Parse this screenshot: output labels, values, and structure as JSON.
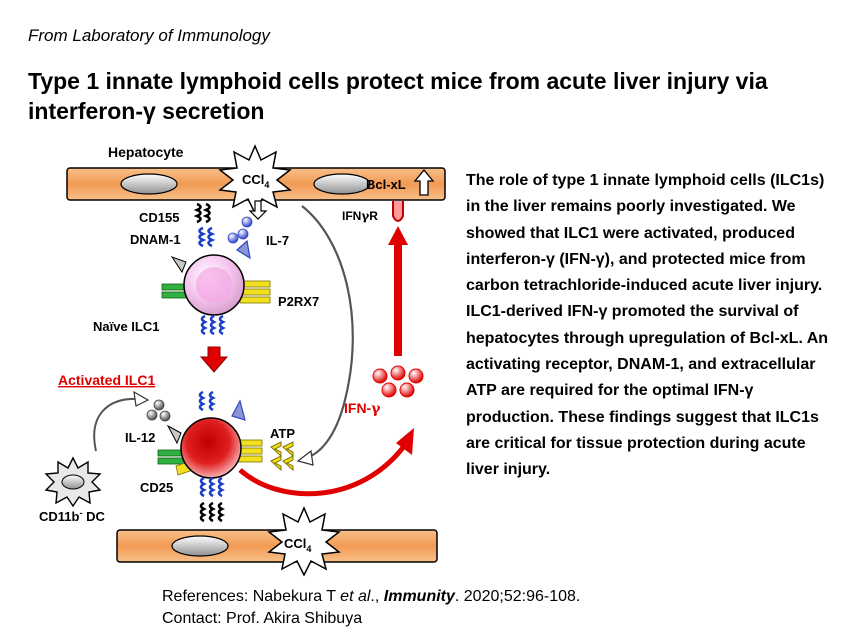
{
  "header": {
    "source": "From Laboratory of Immunology",
    "title": "Type 1 innate lymphoid cells protect mice from acute liver injury via interferon-γ secretion"
  },
  "diagram": {
    "hepatocyte_label": "Hepatocyte",
    "ccl4_main": "CCl",
    "ccl4_sub": "4",
    "bclxl": "Bcl-xL",
    "cd155": "CD155",
    "dnam1": "DNAM-1",
    "il7": "IL-7",
    "ifngr_prefix": "IFN",
    "ifngr_greek": "γ",
    "ifngr_suffix": "R",
    "p2rx7": "P2RX7",
    "naive_ilc1": "Naïve ILC1",
    "activated_ilc1": "Activated ILC1",
    "ifng_prefix": "IFN-",
    "ifng_greek": "γ",
    "il12": "IL-12",
    "atp": "ATP",
    "cd25": "CD25",
    "dc_main": "CD11b",
    "dc_sup": "-",
    "dc_suffix": " DC",
    "colors": {
      "hepatocyte_fill": "#f4a86a",
      "activated_red": "#e00000",
      "receptor_blue": "#1b3fc9",
      "naive_cell": "#f6c8f0"
    }
  },
  "summary": "The role of type 1 innate lymphoid cells (ILC1s) in the liver remains poorly investigated.  We showed that ILC1 were activated, produced interferon-γ (IFN-γ), and protected mice from carbon tetrachloride-induced acute liver injury.  ILC1-derived IFN-γ promoted the survival of hepatocytes through upregulation of Bcl-xL.  An activating receptor, DNAM-1, and extracellular ATP are required for the optimal IFN-γ production.  These findings suggest that ILC1s are critical for tissue protection during acute liver injury.",
  "references": {
    "prefix": "References: Nabekura T ",
    "etal": "et al",
    "sep": "., ",
    "journal": "Immunity",
    "suffix": ". 2020;52:96-108.",
    "contact": "Contact: Prof. Akira Shibuya"
  }
}
